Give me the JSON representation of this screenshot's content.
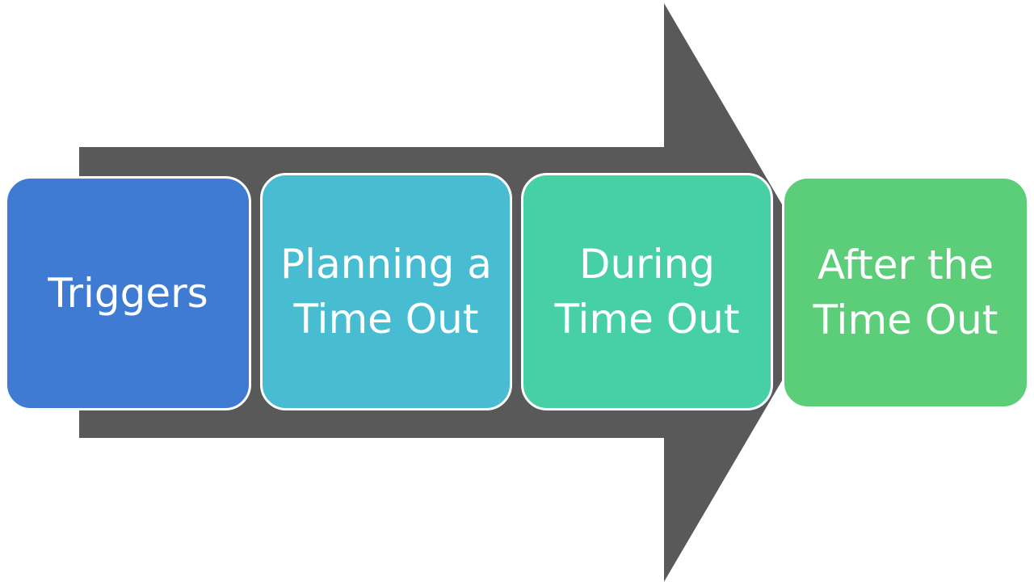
{
  "diagram": {
    "colors": {
      "arrow": "#595959",
      "step_border": "#ffffff",
      "step_text": "#ffffff"
    },
    "steps": [
      {
        "label": "Triggers",
        "color": "#3f7bd3"
      },
      {
        "label": "Planning a Time Out",
        "color": "#48bdd2"
      },
      {
        "label": "During Time Out",
        "color": "#47cfa6"
      },
      {
        "label": "After the Time Out",
        "color": "#5ccd78"
      }
    ]
  }
}
